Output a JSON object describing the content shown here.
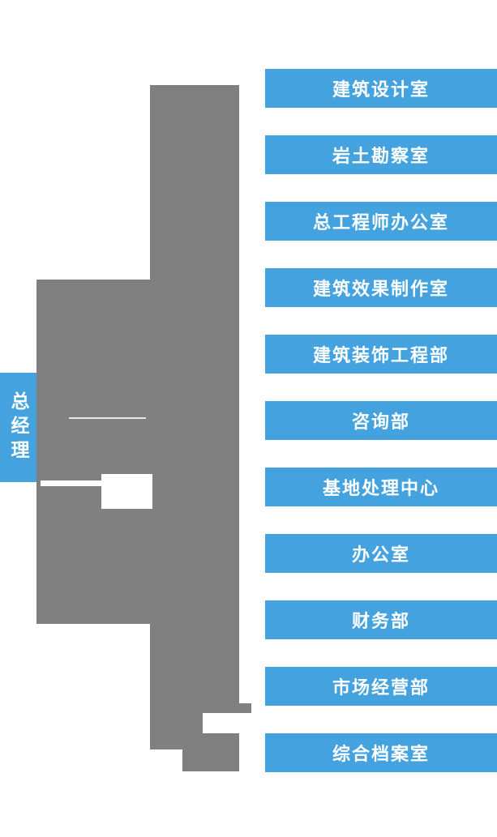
{
  "colors": {
    "node_blue": "#44A3DF",
    "connector_gray": "#808080",
    "text_white": "#ffffff",
    "background": "#ffffff"
  },
  "root": {
    "label": "总经理"
  },
  "departments": [
    "建筑设计室",
    "岩土勘察室",
    "总工程师办公室",
    "建筑效果制作室",
    "建筑装饰工程部",
    "咨询部",
    "基地处理中心",
    "办公室",
    "财务部",
    "市场经营部",
    "综合档案室"
  ]
}
